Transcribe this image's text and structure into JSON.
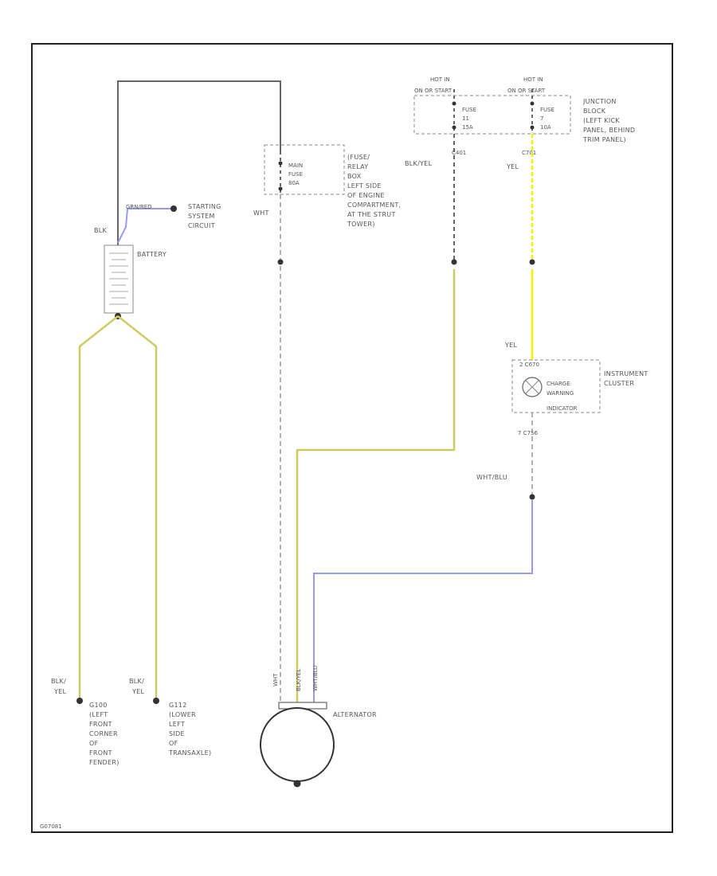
{
  "diagram": {
    "battery": {
      "label": "BATTERY",
      "pos_wire_label": "BLK",
      "cable_label": "GRN/RED",
      "starting_label_lines": [
        "STARTING",
        "SYSTEM",
        "CIRCUIT"
      ]
    },
    "fuse_relay_box": {
      "fuse_lines": [
        "MAIN",
        "FUSE",
        "80A"
      ],
      "location_lines": [
        "(FUSE/",
        "RELAY",
        "BOX",
        "LEFT SIDE",
        "OF ENGINE",
        "COMPARTMENT,",
        "AT THE STRUT",
        "TOWER)"
      ],
      "wire_label": "WHT"
    },
    "hot_labels": {
      "left": [
        "HOT IN",
        "ON OR START"
      ],
      "right": [
        "HOT IN",
        "ON OR START"
      ]
    },
    "fuse_left": {
      "lines": [
        "FUSE",
        "11",
        "15A"
      ],
      "connector": "C401",
      "wire_label": "BLK/YEL"
    },
    "fuse_right": {
      "lines": [
        "FUSE",
        "7",
        "10A"
      ],
      "connector": "C701",
      "wire_label": "YEL"
    },
    "junction_block_lines": [
      "JUNCTION",
      "BLOCK",
      "(LEFT KICK",
      "PANEL, BEHIND",
      "TRIM PANEL)"
    ],
    "instrument_cluster": {
      "top_wire_label": "YEL",
      "connector_top": "2 C670",
      "indicator_lines": [
        "CHARGE",
        "WARNING",
        "INDICATOR"
      ],
      "cluster_lines": [
        "INSTRUMENT",
        "CLUSTER"
      ],
      "connector_bottom": "7 C756",
      "out_wire_label": "WHT/BLU"
    },
    "alternator": {
      "label": "ALTERNATOR",
      "terminal_labels": [
        "WHT",
        "BLK/YEL",
        "WHT/BLU"
      ]
    },
    "grounds": {
      "left": {
        "wire_lines": [
          "BLK/",
          "YEL"
        ],
        "id_lines": [
          "G100",
          "(LEFT",
          "FRONT",
          "CORNER",
          "OF",
          "FRONT",
          "FENDER)"
        ]
      },
      "right": {
        "wire_lines": [
          "BLK/",
          "YEL"
        ],
        "id_lines": [
          "G112",
          "(LOWER",
          "LEFT",
          "SIDE",
          "OF",
          "TRANSAXLE)"
        ]
      }
    },
    "footer_id": "G07081",
    "colors": {
      "black_wire": "#666666",
      "yellow_wire": "#f2f200",
      "blk_yel_wire": "#cccc66",
      "blue_wire": "#9999ee"
    }
  }
}
